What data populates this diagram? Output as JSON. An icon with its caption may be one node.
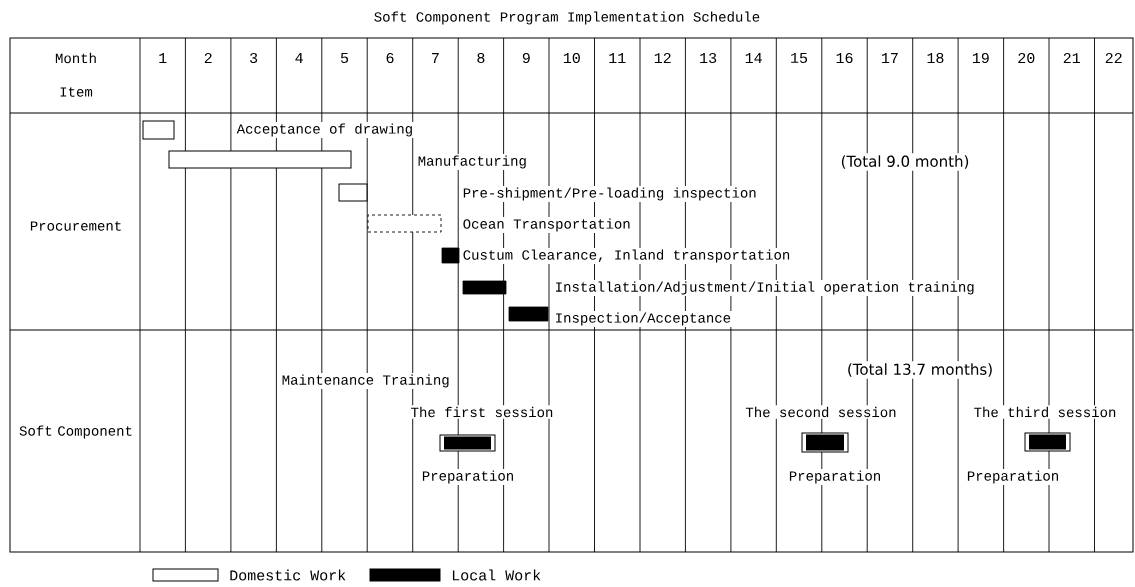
{
  "diagram": {
    "title": "Soft Component Program Implementation Schedule",
    "nodes": [
      {
        "text": [],
        "shape": "bar"
      },
      {
        "text": [],
        "shape": "bar"
      },
      {
        "text": [],
        "shape": "bar"
      },
      {
        "text": [],
        "shape": "bar"
      },
      {
        "text": [],
        "shape": "bar"
      },
      {
        "text": [],
        "shape": "bar"
      },
      {
        "text": [],
        "shape": "bar"
      },
      {
        "text": [],
        "shape": "bar",
        "beside": [
          "The first session",
          "Preparation"
        ]
      },
      {
        "text": [],
        "shape": "bar",
        "beside": [
          "The second session",
          "Preparation"
        ]
      },
      {
        "text": [],
        "shape": "bar",
        "beside": [
          "The third session",
          "Preparation"
        ]
      }
    ],
    "edges": [],
    "labels": [
      "Month",
      "Item",
      "1",
      "2",
      "3",
      "4",
      "5",
      "6",
      "7",
      "8",
      "9",
      "10",
      "11",
      "12",
      "13",
      "14",
      "15",
      "16",
      "17",
      "18",
      "19",
      "20",
      "21",
      "22",
      "Procurement",
      "Acceptance of drawing",
      "Manufacturing",
      "(Total 9.0 month)",
      "Pre-shipment/Pre-loading inspection",
      "Ocean Transportation",
      "Custum Clearance, Inland transportation",
      "Installation/Adjustment/Initial operation training",
      "Inspection/Acceptance",
      "(Total 13.7 months)",
      "Maintenance Training",
      "Soft Component"
    ],
    "legend": [
      {
        "text": "Domestic Work"
      },
      {
        "text": "Local Work",
        "color": "#000000"
      }
    ]
  }
}
